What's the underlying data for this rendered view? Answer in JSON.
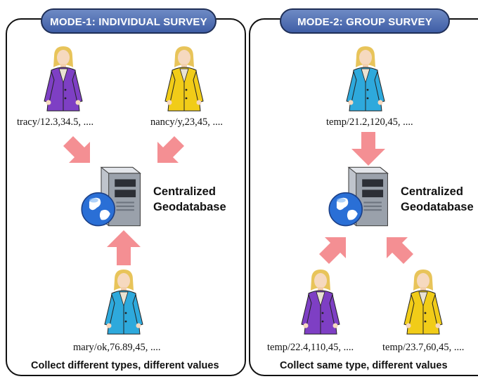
{
  "mode1": {
    "title": "MODE-1: INDIVIDUAL SURVEY",
    "users": [
      {
        "label": "tracy/12.3,34.5, ....",
        "coat": "#7e3fc4"
      },
      {
        "label": "nancy/y,23,45, ....",
        "coat": "#f1cc18"
      },
      {
        "label": "mary/ok,76.89,45, ....",
        "coat": "#2ea9dc"
      }
    ],
    "server_label": [
      "Centralized",
      "Geodatabase"
    ],
    "caption": "Collect different types, different values"
  },
  "mode2": {
    "title": "MODE-2: GROUP SURVEY",
    "users": [
      {
        "label": "temp/21.2,120,45, ....",
        "coat": "#2ea9dc"
      },
      {
        "label": "temp/22.4,110,45, ....",
        "coat": "#7e3fc4"
      },
      {
        "label": "temp/23.7,60,45, ....",
        "coat": "#f1cc18"
      }
    ],
    "server_label": [
      "Centralized",
      "Geodatabase"
    ],
    "caption": "Collect same type, different values"
  },
  "colors": {
    "arrow": "#f48f93",
    "title_fill": "#4f6eb2",
    "border": "#111111"
  }
}
